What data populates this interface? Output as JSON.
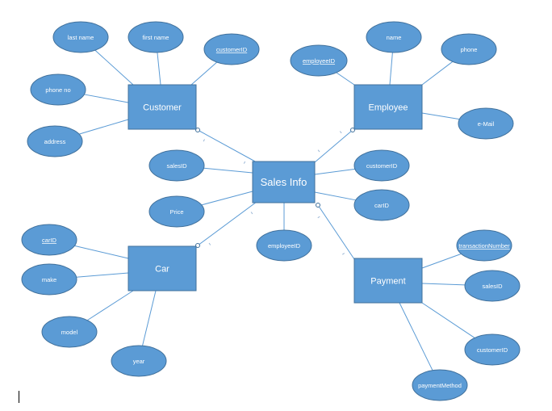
{
  "diagram": {
    "colors": {
      "fill": "#5b9bd5",
      "stroke": "#41719c",
      "line": "#5b9bd5",
      "text": "#ffffff"
    },
    "entities": [
      {
        "id": "customer",
        "label": "Customer"
      },
      {
        "id": "employee",
        "label": "Employee"
      },
      {
        "id": "sales",
        "label": "Sales Info"
      },
      {
        "id": "car",
        "label": "Car"
      },
      {
        "id": "payment",
        "label": "Payment"
      }
    ],
    "attributes": [
      {
        "id": "cust-last",
        "label": "last name",
        "underline": false,
        "entity": "customer"
      },
      {
        "id": "cust-first",
        "label": "first name",
        "underline": false,
        "entity": "customer"
      },
      {
        "id": "cust-id",
        "label": "customerID",
        "underline": true,
        "entity": "customer"
      },
      {
        "id": "cust-phone",
        "label": "phone no",
        "underline": false,
        "entity": "customer"
      },
      {
        "id": "cust-address",
        "label": "address",
        "underline": false,
        "entity": "customer"
      },
      {
        "id": "emp-id",
        "label": "employeeID",
        "underline": true,
        "entity": "employee"
      },
      {
        "id": "emp-name",
        "label": "name",
        "underline": false,
        "entity": "employee"
      },
      {
        "id": "emp-phone",
        "label": "phone",
        "underline": false,
        "entity": "employee"
      },
      {
        "id": "emp-email",
        "label": "e-Mail",
        "underline": false,
        "entity": "employee"
      },
      {
        "id": "sales-salesid",
        "label": "salesID",
        "underline": false,
        "entity": "sales"
      },
      {
        "id": "sales-price",
        "label": "Price",
        "underline": false,
        "entity": "sales"
      },
      {
        "id": "sales-custid",
        "label": "customerID",
        "underline": false,
        "entity": "sales"
      },
      {
        "id": "sales-carid",
        "label": "carID",
        "underline": false,
        "entity": "sales"
      },
      {
        "id": "sales-empid",
        "label": "employeeID",
        "underline": false,
        "entity": "sales"
      },
      {
        "id": "car-id",
        "label": "carID",
        "underline": true,
        "entity": "car"
      },
      {
        "id": "car-make",
        "label": "make",
        "underline": false,
        "entity": "car"
      },
      {
        "id": "car-model",
        "label": "model",
        "underline": false,
        "entity": "car"
      },
      {
        "id": "car-year",
        "label": "year",
        "underline": false,
        "entity": "car"
      },
      {
        "id": "pay-txn",
        "label": "transactionNumber",
        "underline": true,
        "entity": "payment"
      },
      {
        "id": "pay-salesid",
        "label": "salesID",
        "underline": false,
        "entity": "payment"
      },
      {
        "id": "pay-custid",
        "label": "customerID",
        "underline": false,
        "entity": "payment"
      },
      {
        "id": "pay-method",
        "label": "paymentMethod",
        "underline": false,
        "entity": "payment"
      }
    ],
    "relationships": [
      {
        "from": "customer",
        "to": "sales"
      },
      {
        "from": "employee",
        "to": "sales"
      },
      {
        "from": "car",
        "to": "sales"
      },
      {
        "from": "payment",
        "to": "sales"
      }
    ]
  }
}
